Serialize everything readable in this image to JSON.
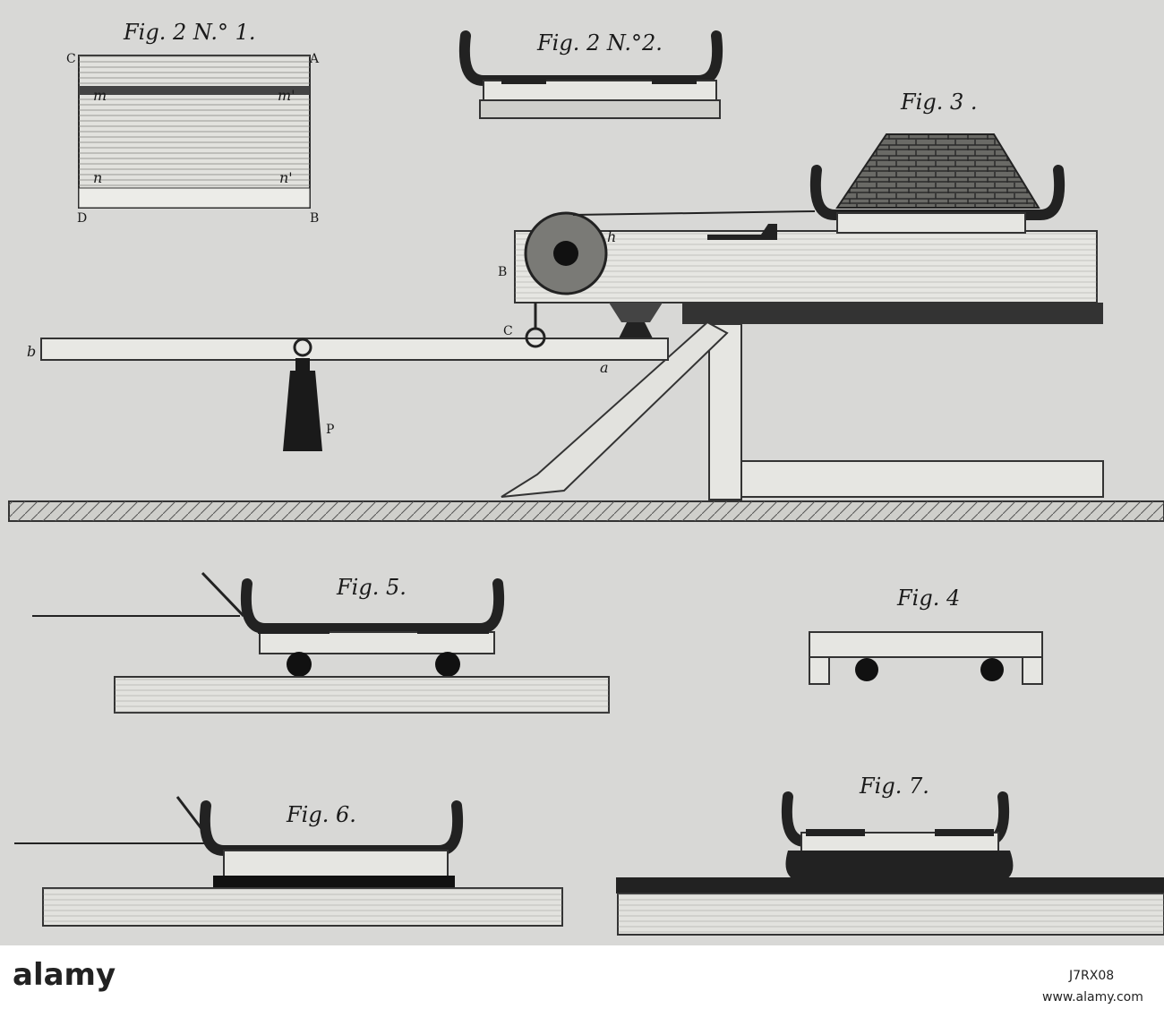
{
  "figures": {
    "fig2_no1": "Fig. 2 N.° 1.",
    "fig2_no2": "Fig. 2 N.°2.",
    "fig3": "Fig. 3 .",
    "fig4": "Fig. 4",
    "fig5": "Fig. 5.",
    "fig6": "Fig. 6.",
    "fig7": "Fig. 7."
  },
  "letters": {
    "C": "C",
    "A": "A",
    "D": "D",
    "B": "B",
    "m": "m",
    "m_prime": "m'",
    "n": "n",
    "n_prime": "n'",
    "b_small": "b",
    "a_small": "a",
    "h_small": "h",
    "B_frame": "B",
    "C_hook": "C",
    "P": "P"
  },
  "footer": {
    "brand": "alamy",
    "image_id": "J7RX08",
    "site": "www.alamy.com"
  },
  "colors": {
    "paper": "#d8d8d6",
    "ink": "#1a1a1a",
    "wood": "#e6e6e2",
    "footer_bg": "#ffffff"
  }
}
